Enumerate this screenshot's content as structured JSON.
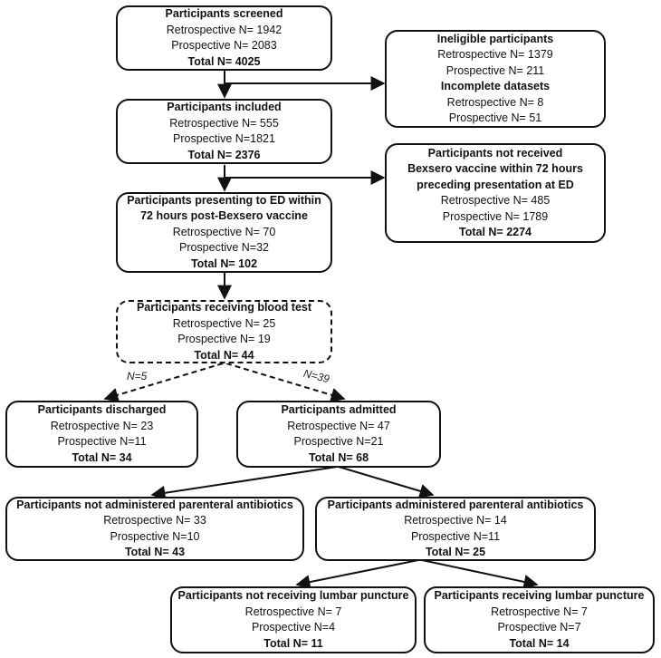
{
  "boxes": {
    "screened": {
      "title": "Participants screened",
      "retro": "Retrospective N= 1942",
      "pro": "Prospective N= 2083",
      "total": "Total N= 4025"
    },
    "excluded1": {
      "title": "Ineligible participants",
      "retro": "Retrospective N= 1379",
      "pro": "Prospective N= 211",
      "title2": "Incomplete datasets",
      "retro2": "Retrospective N= 8",
      "pro2": "Prospective N= 51"
    },
    "included": {
      "title": "Participants included",
      "retro": "Retrospective N= 555",
      "pro": "Prospective N=1821",
      "total": "Total N= 2376"
    },
    "excluded2": {
      "title": "Participants not received",
      "title_b": "Bexsero vaccine within 72 hours",
      "title_c": "preceding presentation at ED",
      "retro": "Retrospective N= 485",
      "pro": "Prospective N= 1789",
      "total": "Total N= 2274"
    },
    "presenting": {
      "title": "Participants presenting to ED within",
      "title_b": "72 hours post-Bexsero vaccine",
      "retro": "Retrospective N= 70",
      "pro": "Prospective N=32",
      "total": "Total N= 102"
    },
    "blood": {
      "title": "Participants receiving blood test",
      "retro": "Retrospective N= 25",
      "pro": "Prospective N= 19",
      "total": "Total N= 44"
    },
    "discharged": {
      "title": "Participants discharged",
      "retro": "Retrospective N= 23",
      "pro": "Prospective N=11",
      "total": "Total N= 34"
    },
    "admitted": {
      "title": "Participants admitted",
      "retro": "Retrospective N= 47",
      "pro": "Prospective N=21",
      "total": "Total N= 68"
    },
    "no_abx": {
      "title": "Participants not administered parenteral antibiotics",
      "retro": "Retrospective N= 33",
      "pro": "Prospective N=10",
      "total": "Total N= 43"
    },
    "abx": {
      "title": "Participants administered parenteral antibiotics",
      "retro": "Retrospective N= 14",
      "pro": "Prospective N=11",
      "total": "Total N= 25"
    },
    "no_lp": {
      "title": "Participants not receiving lumbar puncture",
      "retro": "Retrospective N= 7",
      "pro": "Prospective N=4",
      "total": "Total N= 11"
    },
    "lp": {
      "title": "Participants receiving lumbar puncture",
      "retro": "Retrospective N= 7",
      "pro": "Prospective N=7",
      "total": "Total N= 14"
    }
  },
  "edges": {
    "discharged_label": "N=5",
    "admitted_label": "N=39"
  }
}
